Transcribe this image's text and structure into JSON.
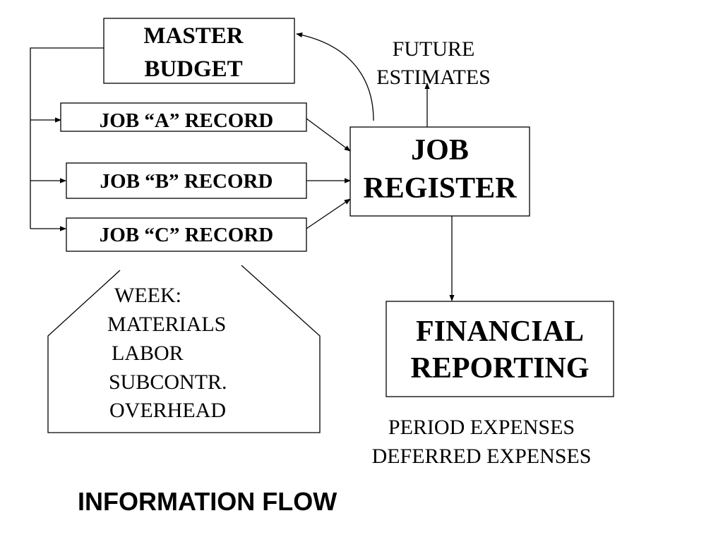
{
  "diagram": {
    "master_budget": {
      "line1": "MASTER",
      "line2": "BUDGET"
    },
    "job_a_record": "JOB “A” RECORD",
    "job_b_record": "JOB “B” RECORD",
    "job_c_record": "JOB “C” RECORD",
    "future_estimates": {
      "line1": "FUTURE",
      "line2": "ESTIMATES"
    },
    "job_register": {
      "line1": "JOB",
      "line2": "REGISTER"
    },
    "week_panel": {
      "heading": "WEEK:",
      "items": [
        "MATERIALS",
        "LABOR",
        "SUBCONTR.",
        "OVERHEAD"
      ]
    },
    "financial_reporting": {
      "line1": "FINANCIAL",
      "line2": "REPORTING"
    },
    "expenses": {
      "line1": "PERIOD EXPENSES",
      "line2": "DEFERRED EXPENSES"
    },
    "footer_title": "INFORMATION FLOW"
  }
}
